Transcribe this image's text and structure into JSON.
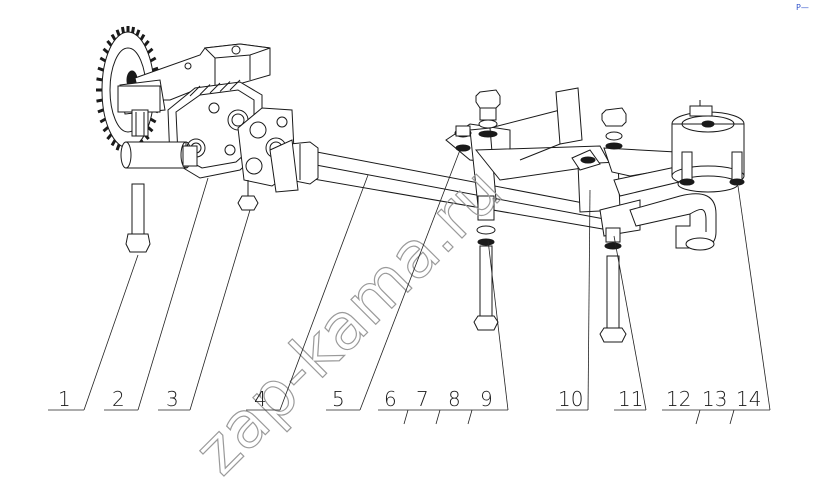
{
  "watermark": "zap-kama.ru",
  "corner_mark": "P—",
  "callouts": [
    {
      "id": "1",
      "label": "1"
    },
    {
      "id": "2",
      "label": "2"
    },
    {
      "id": "3",
      "label": "3"
    },
    {
      "id": "4",
      "label": "4"
    },
    {
      "id": "5",
      "label": "5"
    },
    {
      "id": "6",
      "label": "6"
    },
    {
      "id": "7",
      "label": "7"
    },
    {
      "id": "8",
      "label": "8"
    },
    {
      "id": "9",
      "label": "9"
    },
    {
      "id": "10",
      "label": "10"
    },
    {
      "id": "11",
      "label": "11"
    },
    {
      "id": "12",
      "label": "12"
    },
    {
      "id": "13",
      "label": "13"
    },
    {
      "id": "14",
      "label": "14"
    }
  ],
  "colors": {
    "line": "#1a1a1a",
    "watermark": "#9a9a9a",
    "corner_mark": "#3355cc"
  }
}
